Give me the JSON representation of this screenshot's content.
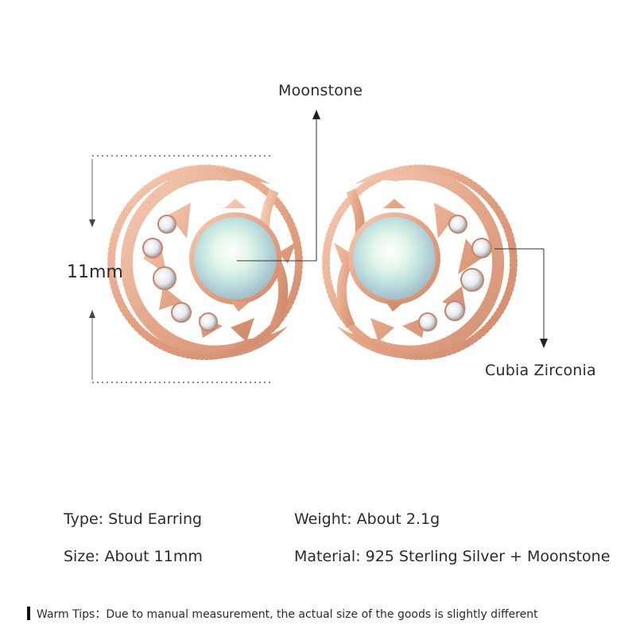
{
  "callouts": {
    "moonstone": "Moonstone",
    "zirconia": "Cubia Zirconia"
  },
  "dimension": {
    "size_label": "11mm"
  },
  "specs": {
    "type": "Type: Stud Earring",
    "weight": "Weight: About 2.1g",
    "size": "Size: About 11mm",
    "material": "Material: 925 Sterling Silver + Moonstone"
  },
  "tips": {
    "label": "Warm Tips：",
    "text": "Due to manual measurement, the actual size of the goods is slightly different"
  },
  "colors": {
    "rose_gold": "#e8ab8e",
    "rose_gold_dark": "#c98567",
    "text": "#2b2b2b"
  }
}
